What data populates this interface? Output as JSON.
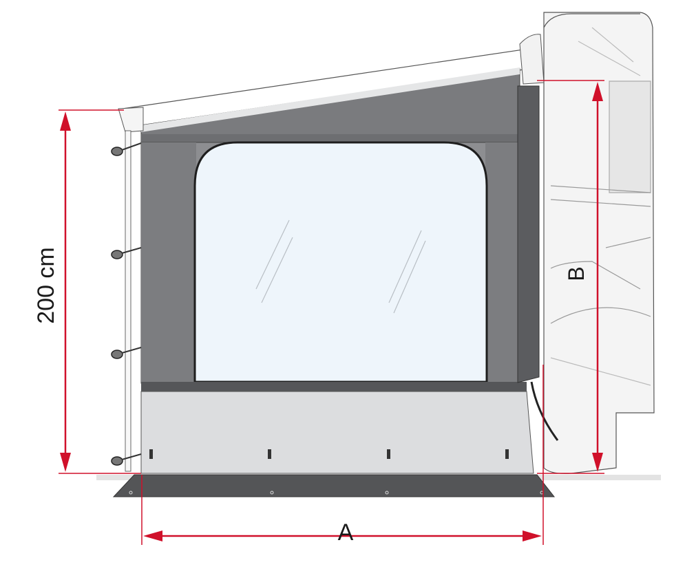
{
  "dimensions": {
    "height_label": "200 cm",
    "width_label": "A",
    "vehicle_height_label": "B"
  },
  "colors": {
    "dimension_line": "#d0102a",
    "panel_dark": "#6f7073",
    "panel_mid": "#8a8b8e",
    "panel_strip": "#58595c",
    "skirt": "#dcdddf",
    "window": "#eef5fb",
    "groundsheet": "#545557",
    "vehicle_outline": "#444444"
  }
}
